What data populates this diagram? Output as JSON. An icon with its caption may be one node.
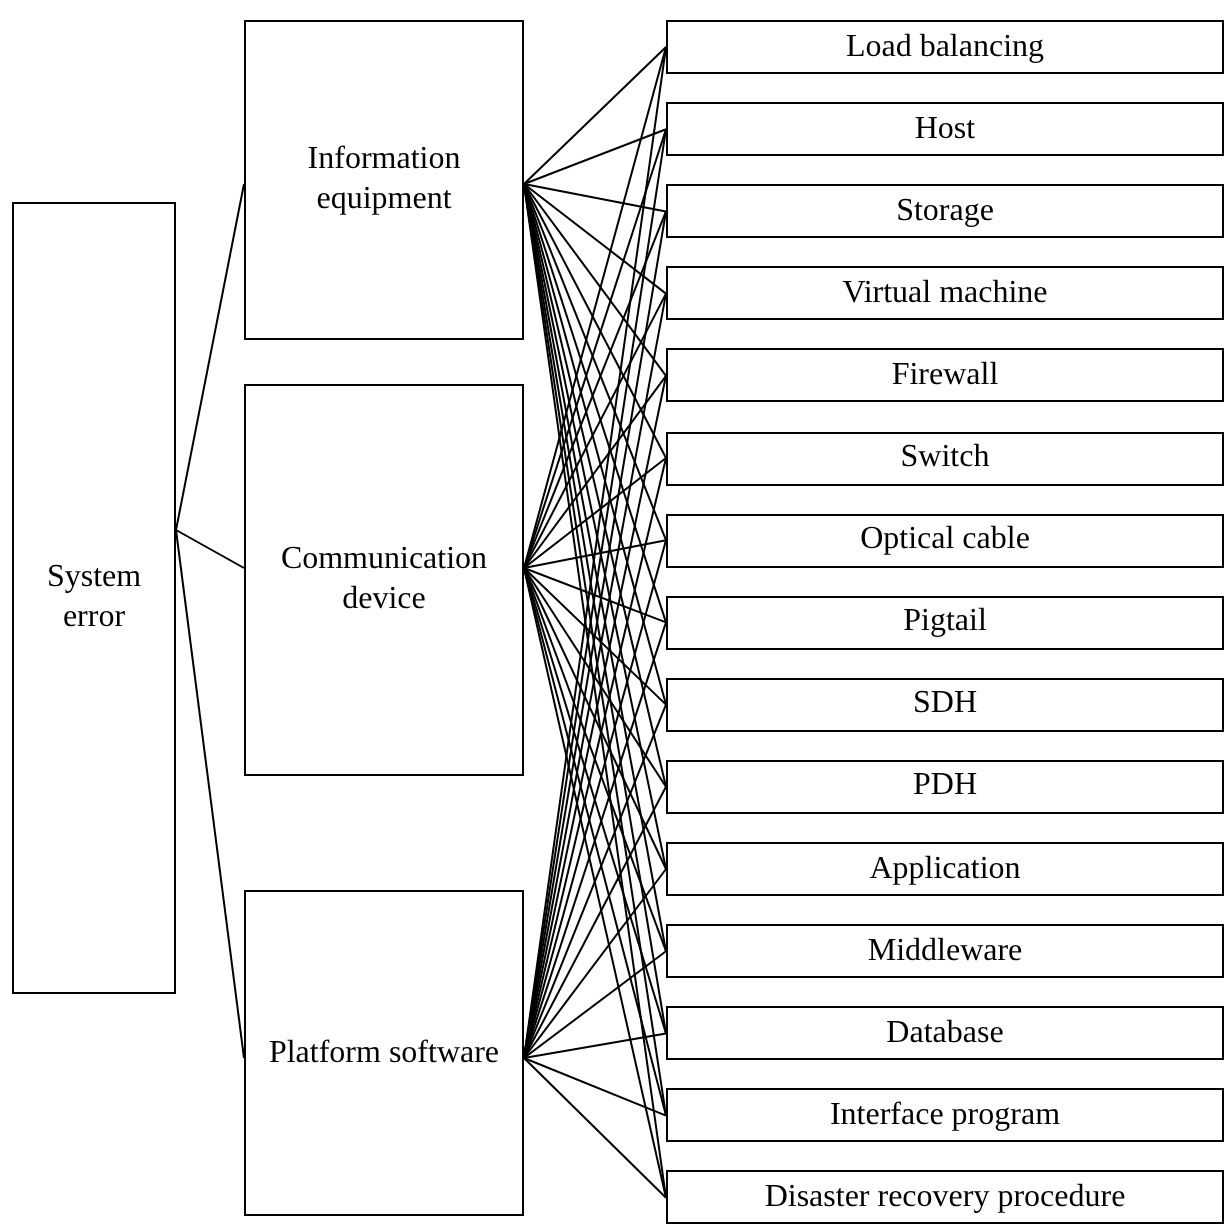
{
  "diagram": {
    "nodes": [
      {
        "text": [
          "System error"
        ]
      },
      {
        "text": [
          "Information equipment"
        ]
      },
      {
        "text": [
          "Communication device"
        ]
      },
      {
        "text": [
          "Platform software"
        ]
      },
      {
        "text": [
          "Load balancing"
        ]
      },
      {
        "text": [
          "Host"
        ]
      },
      {
        "text": [
          "Storage"
        ]
      },
      {
        "text": [
          "Virtual machine"
        ]
      },
      {
        "text": [
          "Firewall"
        ]
      },
      {
        "text": [
          "Switch"
        ]
      },
      {
        "text": [
          "Optical cable"
        ]
      },
      {
        "text": [
          "Pigtail"
        ]
      },
      {
        "text": [
          "SDH"
        ]
      },
      {
        "text": [
          "PDH"
        ]
      },
      {
        "text": [
          "Application"
        ]
      },
      {
        "text": [
          "Middleware"
        ]
      },
      {
        "text": [
          "Database"
        ]
      },
      {
        "text": [
          "Interface program"
        ]
      },
      {
        "text": [
          "Disaster recovery procedure"
        ]
      }
    ],
    "edges": [
      {
        "from": 0,
        "to": 1,
        "arrow": "none"
      },
      {
        "from": 0,
        "to": 2,
        "arrow": "none"
      },
      {
        "from": 0,
        "to": 3,
        "arrow": "none"
      },
      {
        "from": 1,
        "to": 4,
        "arrow": "none"
      },
      {
        "from": 1,
        "to": 5,
        "arrow": "none"
      },
      {
        "from": 1,
        "to": 6,
        "arrow": "none"
      },
      {
        "from": 1,
        "to": 7,
        "arrow": "none"
      },
      {
        "from": 1,
        "to": 8,
        "arrow": "none"
      },
      {
        "from": 1,
        "to": 9,
        "arrow": "none"
      },
      {
        "from": 1,
        "to": 10,
        "arrow": "none"
      },
      {
        "from": 1,
        "to": 11,
        "arrow": "none"
      },
      {
        "from": 1,
        "to": 12,
        "arrow": "none"
      },
      {
        "from": 1,
        "to": 13,
        "arrow": "none"
      },
      {
        "from": 1,
        "to": 14,
        "arrow": "none"
      },
      {
        "from": 1,
        "to": 15,
        "arrow": "none"
      },
      {
        "from": 1,
        "to": 16,
        "arrow": "none"
      },
      {
        "from": 1,
        "to": 17,
        "arrow": "none"
      },
      {
        "from": 1,
        "to": 18,
        "arrow": "none"
      },
      {
        "from": 2,
        "to": 4,
        "arrow": "none"
      },
      {
        "from": 2,
        "to": 5,
        "arrow": "none"
      },
      {
        "from": 2,
        "to": 6,
        "arrow": "none"
      },
      {
        "from": 2,
        "to": 7,
        "arrow": "none"
      },
      {
        "from": 2,
        "to": 8,
        "arrow": "none"
      },
      {
        "from": 2,
        "to": 9,
        "arrow": "none"
      },
      {
        "from": 2,
        "to": 10,
        "arrow": "none"
      },
      {
        "from": 2,
        "to": 11,
        "arrow": "none"
      },
      {
        "from": 2,
        "to": 12,
        "arrow": "none"
      },
      {
        "from": 2,
        "to": 13,
        "arrow": "none"
      },
      {
        "from": 2,
        "to": 14,
        "arrow": "none"
      },
      {
        "from": 2,
        "to": 15,
        "arrow": "none"
      },
      {
        "from": 2,
        "to": 16,
        "arrow": "none"
      },
      {
        "from": 2,
        "to": 17,
        "arrow": "none"
      },
      {
        "from": 2,
        "to": 18,
        "arrow": "none"
      },
      {
        "from": 3,
        "to": 4,
        "arrow": "none"
      },
      {
        "from": 3,
        "to": 5,
        "arrow": "none"
      },
      {
        "from": 3,
        "to": 6,
        "arrow": "none"
      },
      {
        "from": 3,
        "to": 7,
        "arrow": "none"
      },
      {
        "from": 3,
        "to": 8,
        "arrow": "none"
      },
      {
        "from": 3,
        "to": 9,
        "arrow": "none"
      },
      {
        "from": 3,
        "to": 10,
        "arrow": "none"
      },
      {
        "from": 3,
        "to": 11,
        "arrow": "none"
      },
      {
        "from": 3,
        "to": 12,
        "arrow": "none"
      },
      {
        "from": 3,
        "to": 13,
        "arrow": "none"
      },
      {
        "from": 3,
        "to": 14,
        "arrow": "none"
      },
      {
        "from": 3,
        "to": 15,
        "arrow": "none"
      },
      {
        "from": 3,
        "to": 16,
        "arrow": "none"
      },
      {
        "from": 3,
        "to": 17,
        "arrow": "none"
      },
      {
        "from": 3,
        "to": 18,
        "arrow": "none"
      }
    ]
  }
}
